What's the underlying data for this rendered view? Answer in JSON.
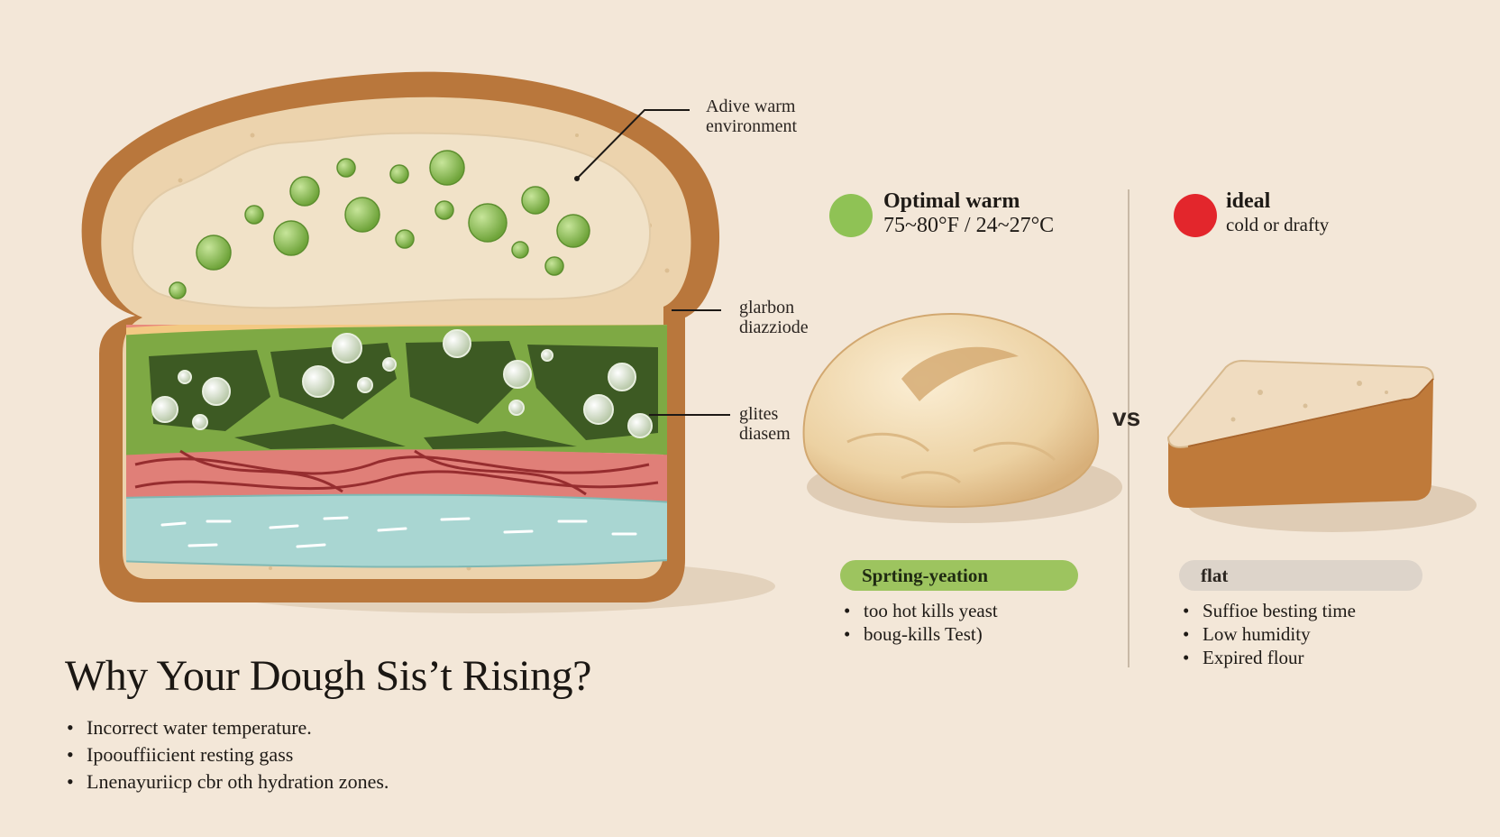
{
  "colors": {
    "background": "#f3e7d8",
    "crust": "#b9773c",
    "crumb": "#ecd3ad",
    "dough": "#f1e2c8",
    "bubble_green": "#8dbf4e",
    "gluten_green": "#7ea944",
    "pink_layer": "#e07f78",
    "water_layer": "#a9d6d2",
    "good": "#8fc255",
    "bad": "#e3262c",
    "pill_good": "#9dc45f",
    "pill_bad": "#ddd4ca"
  },
  "callouts": {
    "warm": {
      "line1": "Adive warm",
      "line2": "environment"
    },
    "co2": {
      "line1": "glarbon",
      "line2": "diazziode"
    },
    "gluten": {
      "line1": "glites",
      "line2": "diasem"
    }
  },
  "title": "Why Your Dough Sis’t Rising?",
  "causes": [
    "Incorrect water temperature.",
    "Ipoouffiicient resting gass",
    "Lnenayuriicp cbr oth hydration zones."
  ],
  "good_legend": {
    "icon": "green-dot-icon",
    "title": "Optimal warm",
    "subtitle": "75~80°F / 24~27°C"
  },
  "bad_legend": {
    "icon": "red-dot-icon",
    "title": "ideal",
    "subtitle": "cold or drafty"
  },
  "vs_label": "vs",
  "good_result": {
    "pill": "Sprting-yeation",
    "bullets": [
      "too hot kills yeast",
      "boug-kills Test)"
    ]
  },
  "bad_result": {
    "pill": "flat",
    "bullets": [
      "Suffioe besting time",
      "Low humidity",
      "Expired flour"
    ]
  }
}
